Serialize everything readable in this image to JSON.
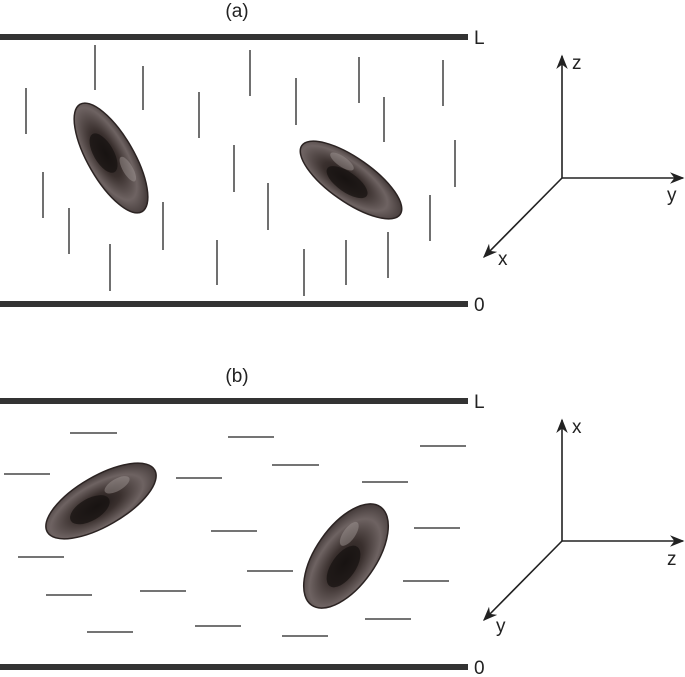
{
  "panels": [
    {
      "id": "a",
      "label": "(a)",
      "top_plate_label": "L",
      "bottom_plate_label": "0",
      "axes": {
        "up": "z",
        "right": "y",
        "diag": "x"
      }
    },
    {
      "id": "b",
      "label": "(b)",
      "top_plate_label": "L",
      "bottom_plate_label": "0",
      "axes": {
        "up": "x",
        "right": "z",
        "diag": "y"
      }
    }
  ],
  "colors": {
    "line": "#333333",
    "particle_dark": "#2b2322",
    "particle_light": "#8a7f7d"
  }
}
